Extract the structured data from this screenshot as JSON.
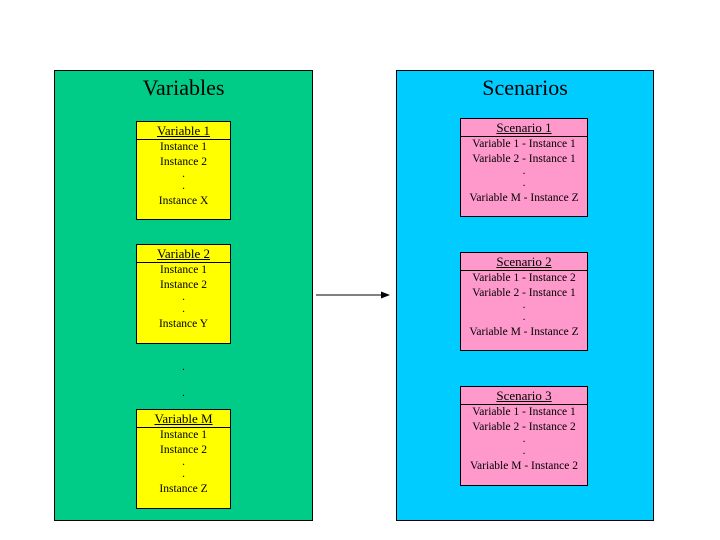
{
  "variables": {
    "title": "Variables",
    "boxes": [
      {
        "name": "Variable 1",
        "lines": [
          "Instance 1",
          "Instance 2",
          ".",
          ".",
          "Instance X"
        ]
      },
      {
        "name": "Variable 2",
        "lines": [
          "Instance 1",
          "Instance 2",
          ".",
          ".",
          "Instance Y"
        ]
      },
      {
        "name": "Variable M",
        "lines": [
          "Instance 1",
          "Instance 2",
          ".",
          ".",
          "Instance Z"
        ]
      }
    ],
    "between_dots": [
      ".",
      "."
    ]
  },
  "scenarios": {
    "title": "Scenarios",
    "boxes": [
      {
        "name": "Scenario 1",
        "lines": [
          "Variable 1 - Instance 1",
          "Variable 2 - Instance 1",
          ".",
          ".",
          "Variable M - Instance Z"
        ]
      },
      {
        "name": "Scenario 2",
        "lines": [
          "Variable 1 - Instance 2",
          "Variable 2 - Instance 1",
          ".",
          ".",
          "Variable M - Instance Z"
        ]
      },
      {
        "name": "Scenario 3",
        "lines": [
          "Variable 1 - Instance 1",
          "Variable 2 - Instance 2",
          ".",
          ".",
          "Variable M - Instance 2"
        ]
      }
    ]
  },
  "colors": {
    "variables_panel": "#00cc88",
    "scenarios_panel": "#00ccff",
    "variable_box": "#ffff00",
    "scenario_box": "#ff99cc"
  }
}
